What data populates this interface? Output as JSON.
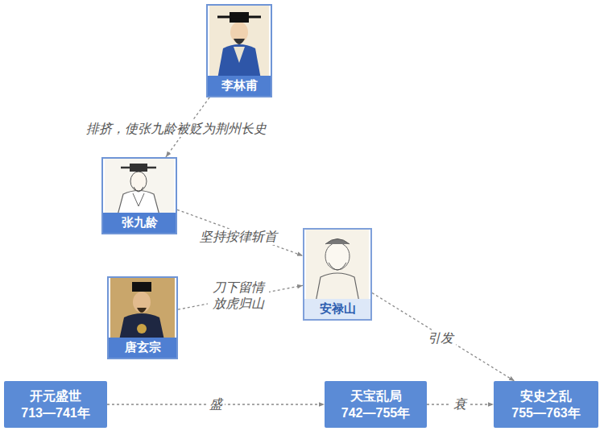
{
  "diagram": {
    "nodes": [
      {
        "text": [
          "李林甫"
        ]
      },
      {
        "text": [
          "张九龄"
        ]
      },
      {
        "text": [
          "唐玄宗"
        ]
      },
      {
        "text": [
          "安禄山"
        ]
      },
      {
        "text": [
          "开元盛世",
          "713—741年"
        ]
      },
      {
        "text": [
          "天宝乱局",
          "742—755年"
        ]
      },
      {
        "text": [
          "安史之乱",
          "755—763年"
        ]
      }
    ],
    "edges": [
      {
        "from": 0,
        "to": 1,
        "arrow": "to",
        "label": "排挤，使张九龄被贬为荆州长史"
      },
      {
        "from": 1,
        "to": 3,
        "arrow": "to",
        "label": "坚持按律斩首"
      },
      {
        "from": 2,
        "to": 3,
        "arrow": "to",
        "label": "刀下留情 放虎归山"
      },
      {
        "from": 3,
        "to": 6,
        "arrow": "to",
        "label": "引发"
      },
      {
        "from": 4,
        "to": 5,
        "arrow": "to",
        "label": "盛"
      },
      {
        "from": 5,
        "to": 6,
        "arrow": "to",
        "label": "衰"
      }
    ]
  }
}
